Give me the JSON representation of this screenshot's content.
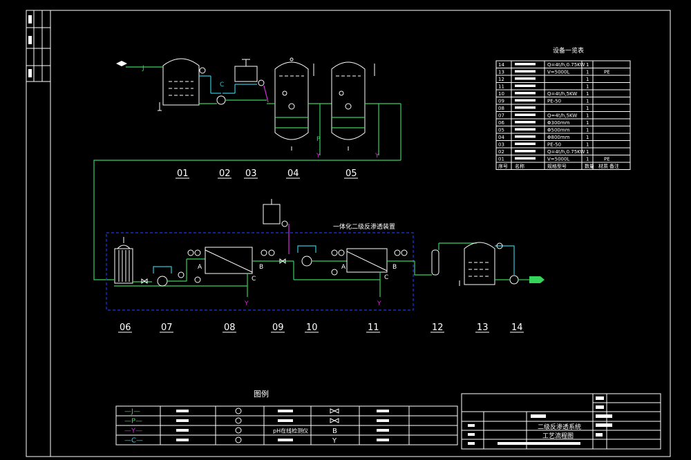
{
  "equipment_table": {
    "title": "设备一览表",
    "header": [
      "序号",
      "名称",
      "规格型号",
      "数量",
      "材质",
      "备注"
    ],
    "rows": [
      {
        "no": "14",
        "spec": "Q=4t/h,0.75KW",
        "qty": "1",
        "material": ""
      },
      {
        "no": "13",
        "spec": "V=5000L",
        "qty": "1",
        "material": "PE"
      },
      {
        "no": "12",
        "spec": "",
        "qty": "1",
        "material": ""
      },
      {
        "no": "11",
        "spec": "",
        "qty": "1",
        "material": ""
      },
      {
        "no": "10",
        "spec": "Q=4t/h,5KW",
        "qty": "1",
        "material": ""
      },
      {
        "no": "09",
        "spec": "PE-50",
        "qty": "1",
        "material": ""
      },
      {
        "no": "08",
        "spec": "",
        "qty": "1",
        "material": ""
      },
      {
        "no": "07",
        "spec": "Q=4t/h,5KW",
        "qty": "1",
        "material": ""
      },
      {
        "no": "06",
        "spec": "Φ300mm",
        "qty": "1",
        "material": ""
      },
      {
        "no": "05",
        "spec": "Φ500mm",
        "qty": "1",
        "material": ""
      },
      {
        "no": "04",
        "spec": "Φ800mm",
        "qty": "1",
        "material": ""
      },
      {
        "no": "03",
        "spec": "PE-50",
        "qty": "1",
        "material": ""
      },
      {
        "no": "02",
        "spec": "Q=4t/h,0.75KW",
        "qty": "1",
        "material": ""
      },
      {
        "no": "01",
        "spec": "V=5000L",
        "qty": "1",
        "material": "PE"
      }
    ]
  },
  "equipment_numbers_top": [
    "01",
    "02",
    "03",
    "04",
    "05"
  ],
  "equipment_numbers_bottom": [
    "06",
    "07",
    "08",
    "09",
    "10",
    "11",
    "12",
    "13",
    "14"
  ],
  "system_label": "一体化二级反渗透装置",
  "line_labels": {
    "J": "J",
    "P": "P",
    "Y": "Y",
    "C": "C"
  },
  "port_labels": {
    "A": "A",
    "B": "B",
    "C": "C"
  },
  "legend": {
    "title": "图例",
    "rows": [
      {
        "line": "—J—",
        "line_color": "#35d35a",
        "col2_symbol": "gauge",
        "col3_text": "",
        "col4_symbol": "valve",
        "col5_text": ""
      },
      {
        "line": "—P—",
        "line_color": "#35d35a",
        "col2_symbol": "gauge",
        "col3_text": "",
        "col4_symbol": "check-valve",
        "col5_text": ""
      },
      {
        "line": "—Y—",
        "line_color": "#d22fd6",
        "col2_symbol": "gauge",
        "col3_text": "pH在线检测仪",
        "col4_symbol": "B",
        "col5_text": ""
      },
      {
        "line": "—C—",
        "line_color": "#2ec8d8",
        "col2_symbol": "gauge",
        "col3_text": "",
        "col4_symbol": "Y",
        "col5_text": ""
      }
    ]
  },
  "title_block": {
    "drawing_title_line1": "二级反渗透系统",
    "drawing_title_line2": "工艺流程图"
  },
  "colors": {
    "background": "#000000",
    "frame": "#ffffff",
    "process_line": "#35d35a",
    "dosing_line": "#2ec8d8",
    "drain_line": "#d22fd6",
    "skid_outline": "#2235e8"
  }
}
